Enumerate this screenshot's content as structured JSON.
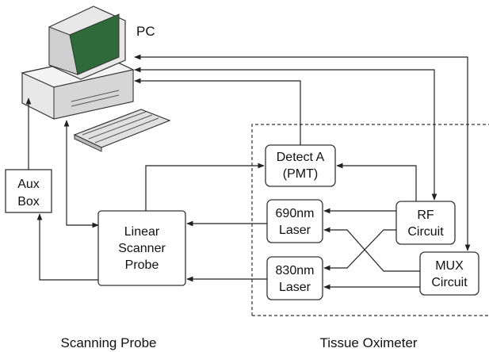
{
  "nodes": {
    "pc": {
      "label": "PC"
    },
    "aux_box": {
      "lines": [
        "Aux",
        "Box"
      ]
    },
    "linear_scanner_probe": {
      "lines": [
        "Linear",
        "Scanner",
        "Probe"
      ]
    },
    "detect_a": {
      "lines": [
        "Detect A",
        "(PMT)"
      ]
    },
    "laser_690": {
      "lines": [
        "690nm",
        "Laser"
      ]
    },
    "laser_830": {
      "lines": [
        "830nm",
        "Laser"
      ]
    },
    "rf_circuit": {
      "lines": [
        "RF",
        "Circuit"
      ]
    },
    "mux_circuit": {
      "lines": [
        "MUX",
        "Circuit"
      ]
    }
  },
  "captions": {
    "scanning_probe": "Scanning Probe",
    "tissue_oximeter": "Tissue Oximeter"
  },
  "colors": {
    "monitor_screen": "#2f6b3a",
    "computer_body": "#e8e8e8"
  }
}
